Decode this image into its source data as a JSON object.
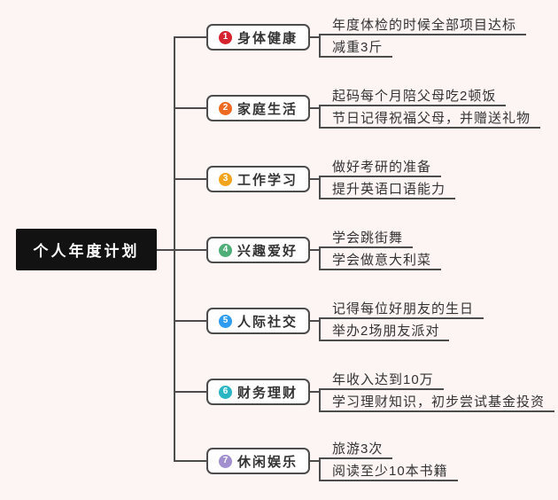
{
  "canvas": {
    "background": "#fdf4f4",
    "line_color": "#4d4d4d"
  },
  "root": {
    "label": "个人年度计划",
    "background": "#121212",
    "text_color": "#ffffff"
  },
  "branches": [
    {
      "number": "1",
      "label": "身体健康",
      "color": "#d6232e",
      "leaves": [
        "年度体检的时候全部项目达标",
        "减重3斤"
      ]
    },
    {
      "number": "2",
      "label": "家庭生活",
      "color": "#ee6a22",
      "leaves": [
        "起码每个月陪父母吃2顿饭",
        "节日记得祝福父母，并赠送礼物"
      ]
    },
    {
      "number": "3",
      "label": "工作学习",
      "color": "#f2a41d",
      "leaves": [
        "做好考研的准备",
        "提升英语口语能力"
      ]
    },
    {
      "number": "4",
      "label": "兴趣爱好",
      "color": "#4fae77",
      "leaves": [
        "学会跳街舞",
        "学会做意大利菜"
      ]
    },
    {
      "number": "5",
      "label": "人际社交",
      "color": "#2e9cf0",
      "leaves": [
        "记得每位好朋友的生日",
        "举办2场朋友派对"
      ]
    },
    {
      "number": "6",
      "label": "财务理财",
      "color": "#29b5c2",
      "leaves": [
        "年收入达到10万",
        "学习理财知识，初步尝试基金投资"
      ]
    },
    {
      "number": "7",
      "label": "休闲娱乐",
      "color": "#a18fd0",
      "leaves": [
        "旅游3次",
        "阅读至少10本书籍"
      ]
    }
  ]
}
